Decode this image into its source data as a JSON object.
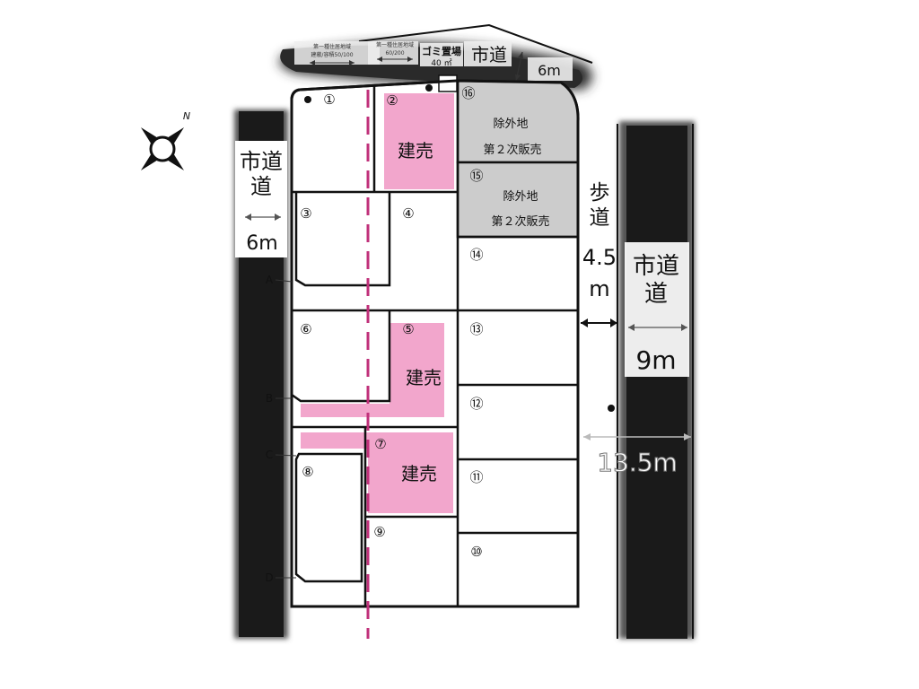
{
  "roads": {
    "left": {
      "name": "市道",
      "width": "6m"
    },
    "right": {
      "name": "市道",
      "width": "9m"
    },
    "top": {
      "name": "市道",
      "width": "6m"
    },
    "sidewalk": {
      "name": "歩道",
      "width_value": "4.5",
      "width_unit": "m"
    },
    "total_width": "13.5m"
  },
  "top_notes": {
    "zoning_left_1": "第一種住居地域",
    "zoning_left_2": "建蔽/容積50/100",
    "zoning_mid_1": "第一種住居地域",
    "zoning_mid_2": "60/200",
    "garbage_label": "ゴミ置場",
    "garbage_area": "40 ㎡"
  },
  "lots": [
    {
      "num": "①"
    },
    {
      "num": "②"
    },
    {
      "num": "③"
    },
    {
      "num": "④"
    },
    {
      "num": "⑤"
    },
    {
      "num": "⑥"
    },
    {
      "num": "⑦"
    },
    {
      "num": "⑧"
    },
    {
      "num": "⑨"
    },
    {
      "num": "⑩"
    },
    {
      "num": "⑪"
    },
    {
      "num": "⑫"
    },
    {
      "num": "⑬"
    },
    {
      "num": "⑭"
    },
    {
      "num": "⑮"
    },
    {
      "num": "⑯"
    }
  ],
  "labels": {
    "built_for_sale": "建売",
    "excluded": "除外地",
    "second_sale": "第２次販売"
  },
  "markers": [
    "A",
    "B",
    "C",
    "D"
  ],
  "compass": {
    "north": "N"
  },
  "colors": {
    "road": "#1a1a1a",
    "built": "#f2a6cc",
    "excluded": "#cccccc",
    "boundary": "#c0307a"
  }
}
